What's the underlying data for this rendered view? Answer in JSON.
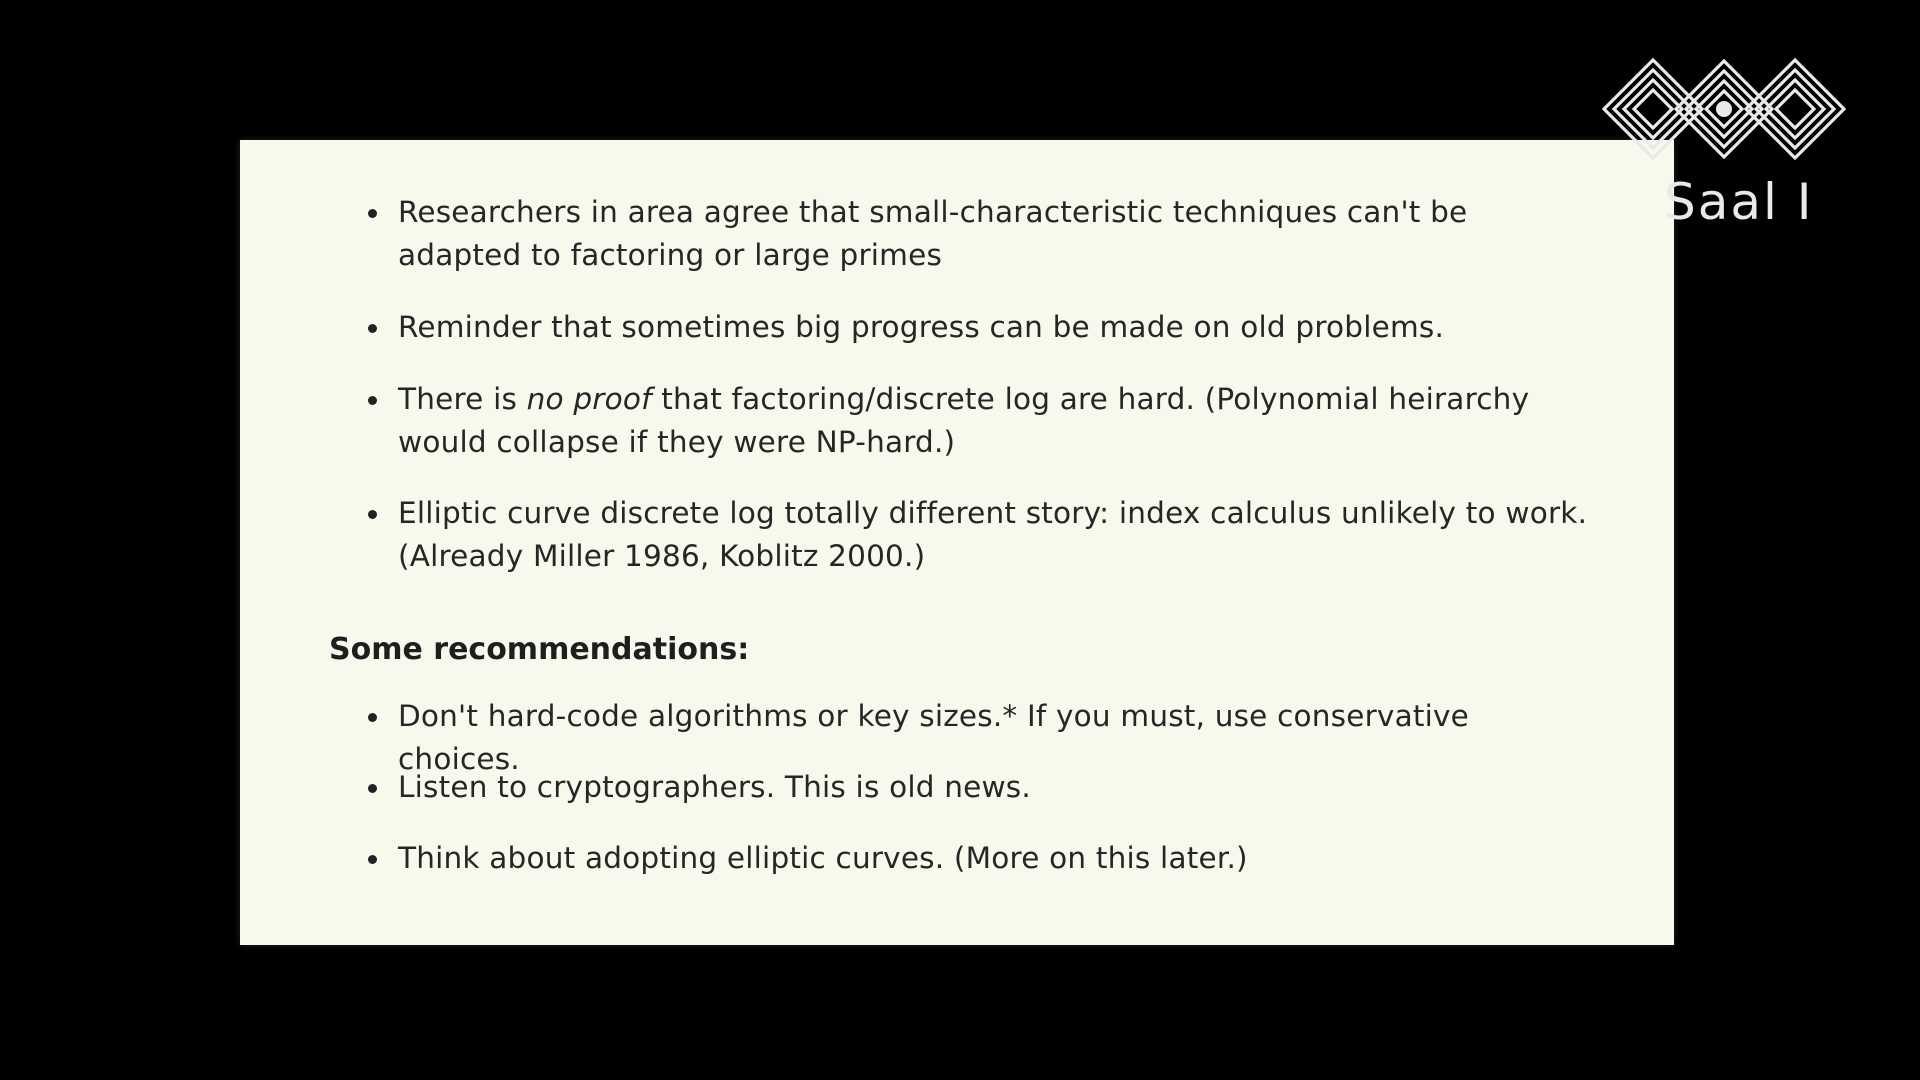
{
  "slide": {
    "bullets_top": [
      {
        "text": "Researchers in area agree that small-characteristic techniques can't be adapted to factoring or large primes"
      },
      {
        "text": "Reminder that sometimes big progress can be made on old problems."
      },
      {
        "pre": "There is ",
        "emph": "no proof",
        "post": " that factoring/discrete log are hard. (Polynomial heirarchy would collapse if they were NP-hard.)"
      },
      {
        "text": "Elliptic curve discrete log totally different story: index calculus unlikely to work. (Already Miller 1986, Koblitz 2000.)"
      }
    ],
    "heading": "Some recommendations:",
    "bullets_bottom": [
      {
        "text": "Don't hard-code algorithms or key sizes.* If you must, use conservative choices."
      },
      {
        "text": "Listen to cryptographers. This is old news."
      },
      {
        "text": "Think about adopting elliptic curves. (More on this later.)"
      }
    ]
  },
  "logo": {
    "text": "Saal I",
    "icon": "conference-logo-icon"
  },
  "colors": {
    "background": "#000000",
    "slide_bg": "#f9f8ec",
    "text": "#262626",
    "logo": "#e9e9e9"
  }
}
